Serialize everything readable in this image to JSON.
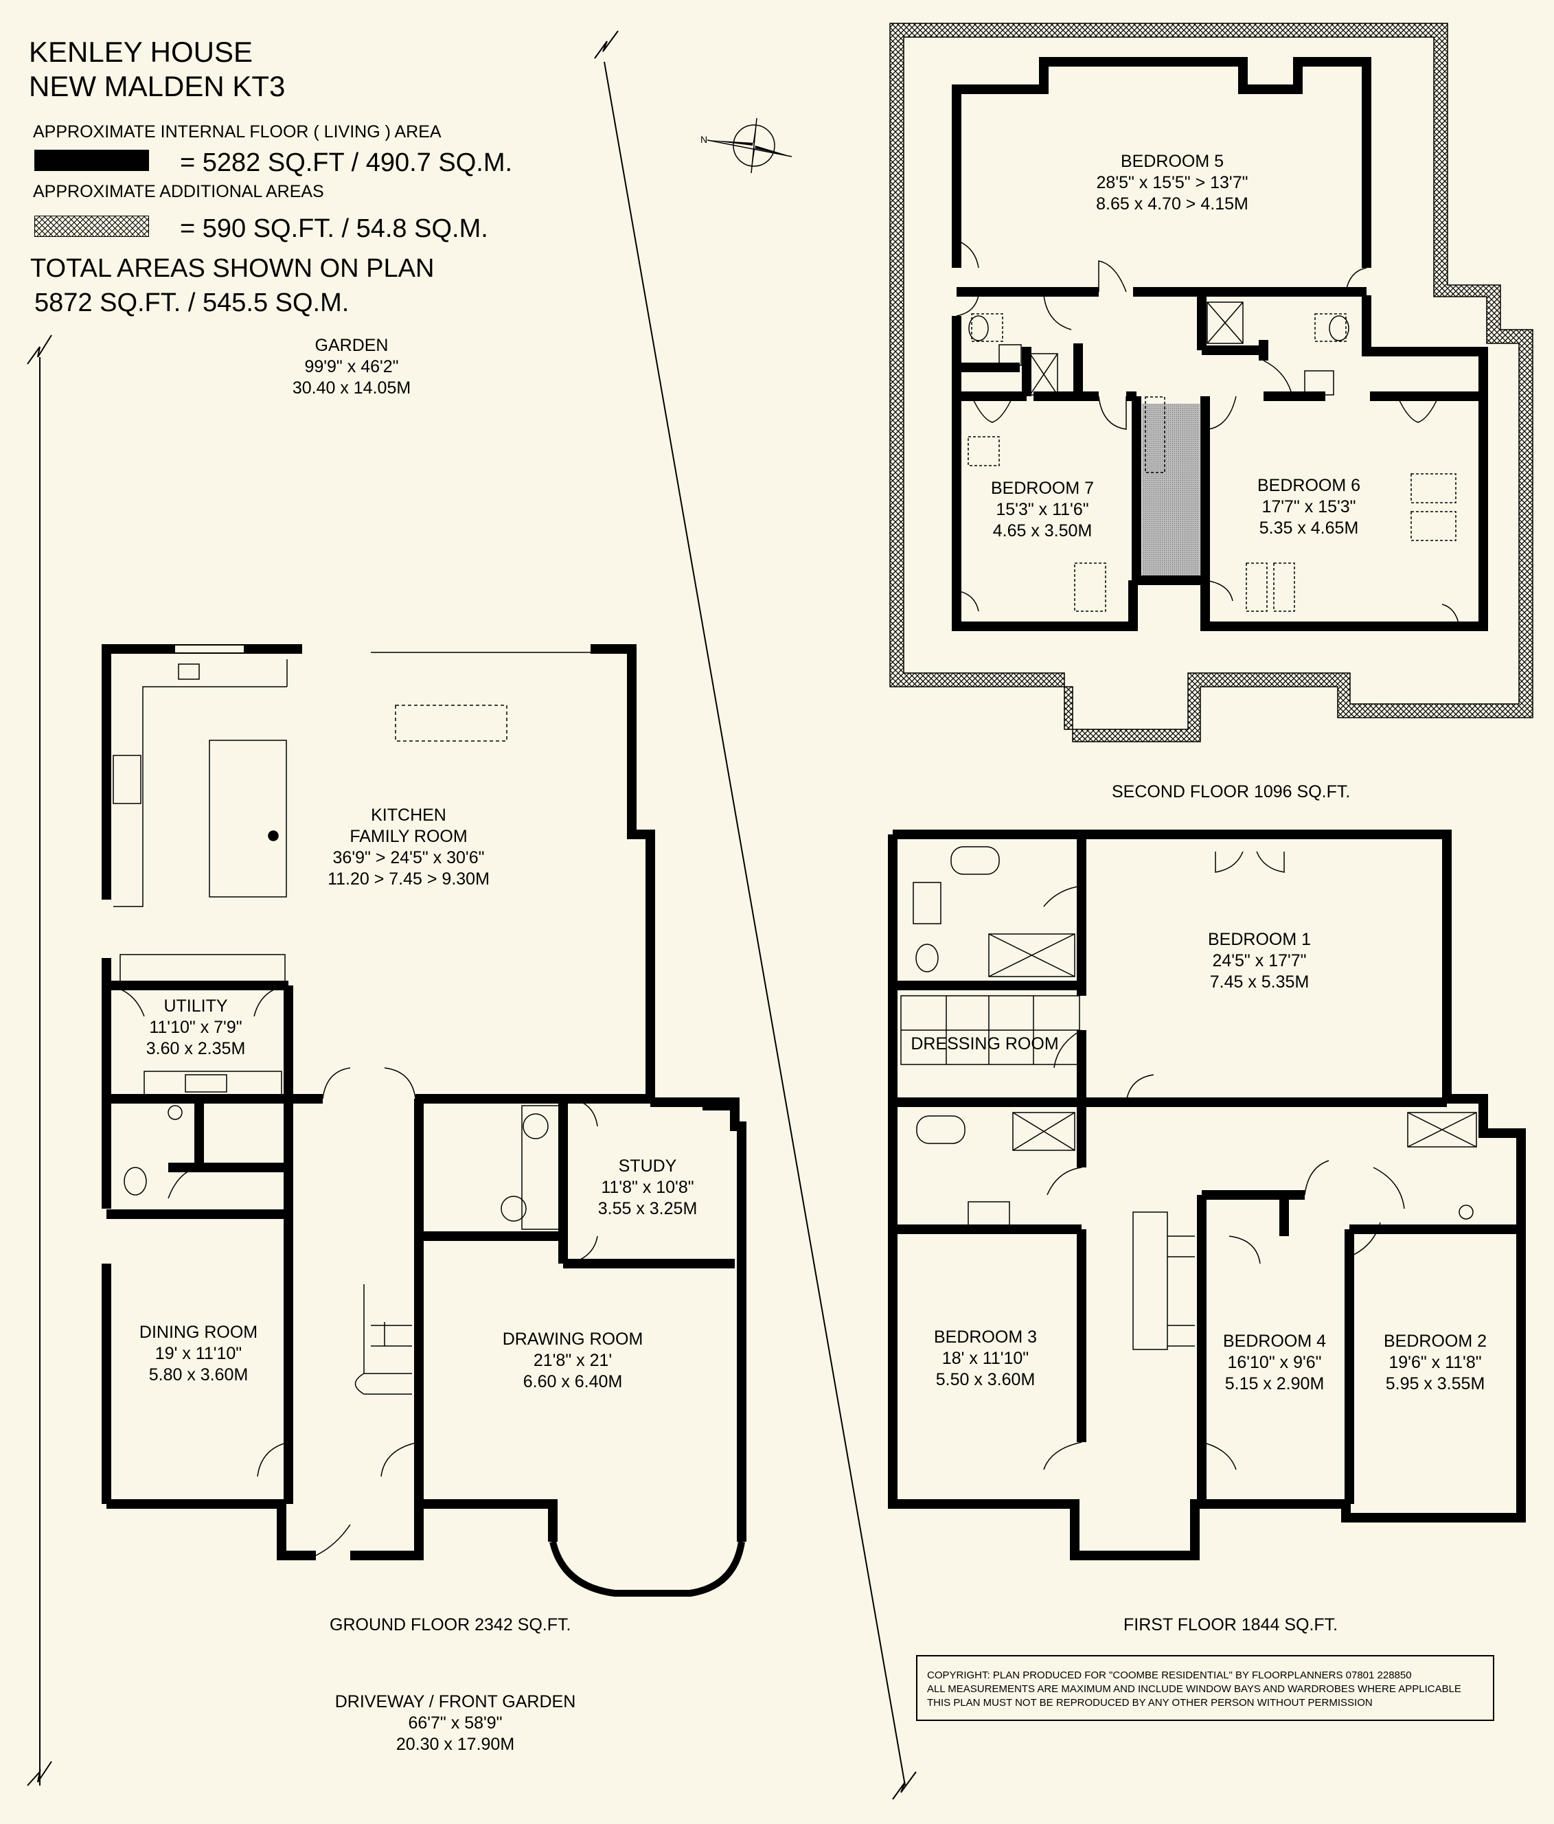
{
  "header": {
    "title_line1": "KENLEY HOUSE",
    "title_line2": "NEW MALDEN KT3"
  },
  "legend": {
    "internal_label": "APPROXIMATE INTERNAL FLOOR ( LIVING ) AREA",
    "internal_value": "= 5282 SQ.FT / 490.7 SQ.M.",
    "additional_label": "APPROXIMATE ADDITIONAL AREAS",
    "additional_value": "= 590 SQ.FT. / 54.8 SQ.M.",
    "total_label": "TOTAL AREAS SHOWN ON PLAN",
    "total_value": "5872 SQ.FT. / 545.5 SQ.M.",
    "colors": {
      "internal": "#000000",
      "additional": "hatched",
      "background": "#faf7e8"
    }
  },
  "compass": {
    "north_label": "N"
  },
  "outdoor": {
    "garden": {
      "name": "GARDEN",
      "imperial": "99'9\" x 46'2\"",
      "metric": "30.40 x 14.05M"
    },
    "driveway": {
      "name": "DRIVEWAY / FRONT GARDEN",
      "imperial": "66'7\" x 58'9\"",
      "metric": "20.30 x 17.90M"
    }
  },
  "floors": {
    "ground": {
      "label": "GROUND FLOOR 2342 SQ.FT.",
      "rooms": {
        "kitchen": {
          "name1": "KITCHEN",
          "name2": "FAMILY ROOM",
          "imperial": "36'9\" > 24'5\" x 30'6\"",
          "metric": "11.20 > 7.45 > 9.30M"
        },
        "utility": {
          "name": "UTILITY",
          "imperial": "11'10\" x 7'9\"",
          "metric": "3.60 x 2.35M"
        },
        "study": {
          "name": "STUDY",
          "imperial": "11'8\" x 10'8\"",
          "metric": "3.55 x 3.25M"
        },
        "dining": {
          "name": "DINING ROOM",
          "imperial": "19' x 11'10\"",
          "metric": "5.80 x 3.60M"
        },
        "drawing": {
          "name": "DRAWING ROOM",
          "imperial": "21'8\" x 21'",
          "metric": "6.60 x 6.40M"
        }
      }
    },
    "first": {
      "label": "FIRST FLOOR 1844 SQ.FT.",
      "rooms": {
        "bedroom1": {
          "name": "BEDROOM 1",
          "imperial": "24'5\" x 17'7\"",
          "metric": "7.45 x 5.35M"
        },
        "dressing": {
          "name": "DRESSING ROOM"
        },
        "bedroom3": {
          "name": "BEDROOM 3",
          "imperial": "18' x 11'10\"",
          "metric": "5.50 x 3.60M"
        },
        "bedroom4": {
          "name": "BEDROOM 4",
          "imperial": "16'10\" x 9'6\"",
          "metric": "5.15 x 2.90M"
        },
        "bedroom2": {
          "name": "BEDROOM 2",
          "imperial": "19'6\" x 11'8\"",
          "metric": "5.95 x 3.55M"
        }
      }
    },
    "second": {
      "label": "SECOND FLOOR 1096 SQ.FT.",
      "rooms": {
        "bedroom5": {
          "name": "BEDROOM 5",
          "imperial": "28'5\" x 15'5\" > 13'7\"",
          "metric": "8.65 x 4.70 > 4.15M"
        },
        "bedroom7": {
          "name": "BEDROOM 7",
          "imperial": "15'3\" x 11'6\"",
          "metric": "4.65 x 3.50M"
        },
        "bedroom6": {
          "name": "BEDROOM 6",
          "imperial": "17'7\" x 15'3\"",
          "metric": "5.35 x 4.65M"
        }
      }
    }
  },
  "copyright": {
    "line1": "COPYRIGHT: PLAN PRODUCED FOR \"COOMBE RESIDENTIAL\" BY FLOORPLANNERS 07801 228850",
    "line2": "ALL MEASUREMENTS ARE MAXIMUM AND INCLUDE WINDOW BAYS AND WARDROBES WHERE APPLICABLE",
    "line3": "THIS PLAN MUST NOT BE REPRODUCED BY ANY OTHER PERSON WITHOUT PERMISSION"
  }
}
